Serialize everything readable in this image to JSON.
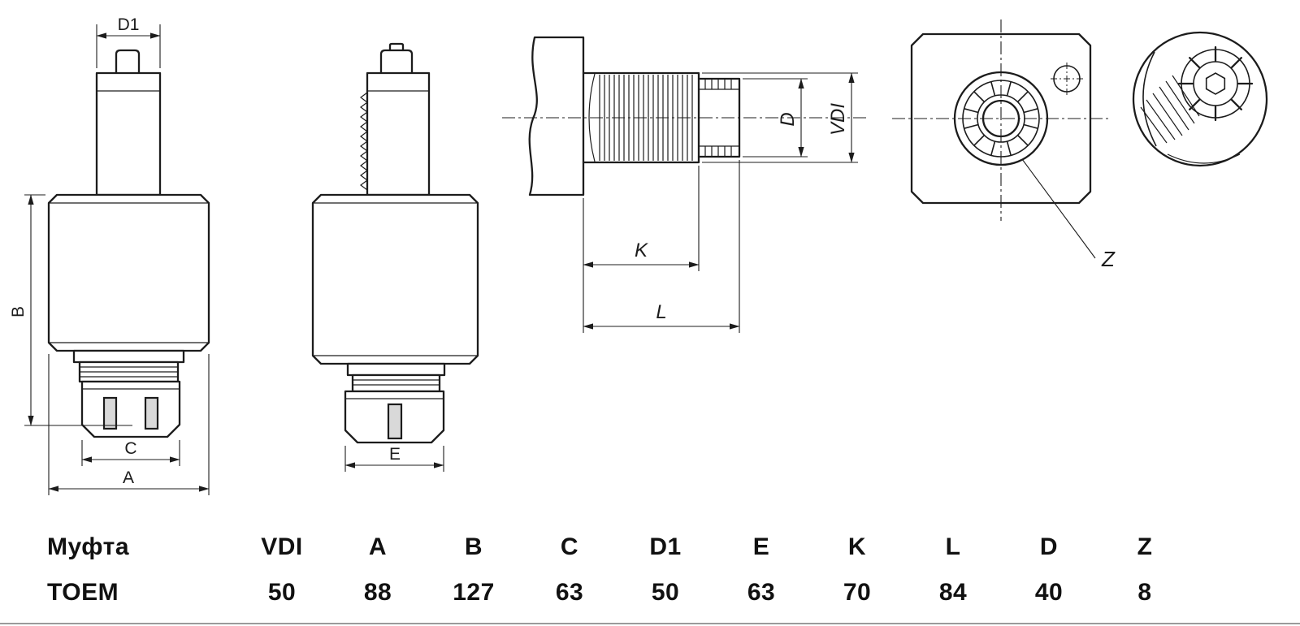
{
  "colors": {
    "line": "#1c1c1c",
    "background": "#ffffff"
  },
  "drawing": {
    "labels": {
      "d1": "D1",
      "b": "B",
      "c": "C",
      "a": "A",
      "e": "E",
      "k": "K",
      "l": "L",
      "d": "D",
      "vdi": "VDI",
      "z": "Z"
    }
  },
  "table": {
    "headers": [
      "Муфта",
      "VDI",
      "A",
      "B",
      "C",
      "D1",
      "E",
      "K",
      "L",
      "D",
      "Z"
    ],
    "row": {
      "name": "TOEM",
      "values": [
        "50",
        "88",
        "127",
        "63",
        "50",
        "63",
        "70",
        "84",
        "40",
        "8"
      ]
    }
  }
}
